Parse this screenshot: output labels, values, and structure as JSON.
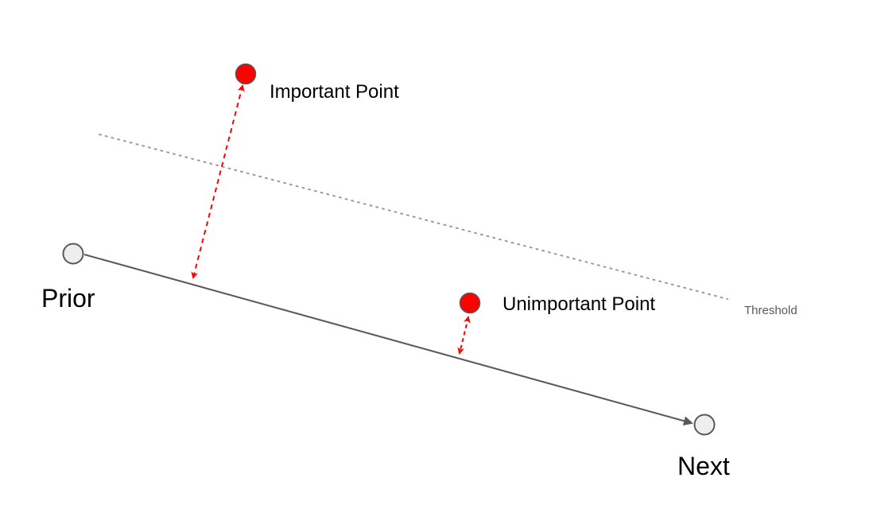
{
  "labels": {
    "prior": "Prior",
    "next": "Next",
    "important_point": "Important Point",
    "unimportant_point": "Unimportant Point",
    "threshold": "Threshold"
  },
  "colors": {
    "background": "#ffffff",
    "endpoint_fill": "#eeeeee",
    "endpoint_stroke": "#595959",
    "point_fill": "#ff0000",
    "point_stroke": "#595959",
    "connector_line": "#595959",
    "distance_arrow": "#ff0000",
    "threshold_line": "#999999",
    "label_text": "#000000",
    "threshold_text": "#595959"
  },
  "icons": {
    "endpoint": "hollow-circle",
    "point": "red-filled-circle",
    "distance_marker": "dashed-double-arrow"
  }
}
